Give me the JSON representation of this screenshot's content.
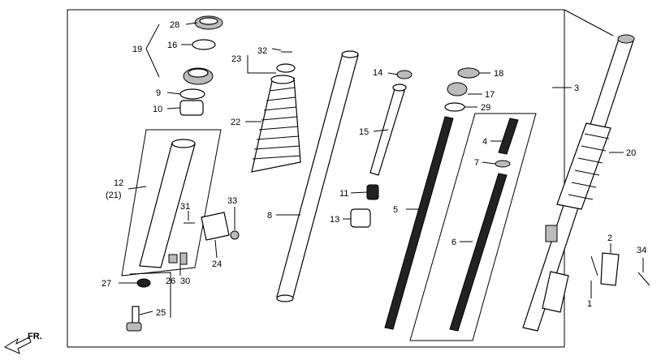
{
  "callouts": [
    {
      "id": "1",
      "text": "1"
    },
    {
      "id": "2",
      "text": "2"
    },
    {
      "id": "3",
      "text": "3"
    },
    {
      "id": "4",
      "text": "4"
    },
    {
      "id": "5",
      "text": "5"
    },
    {
      "id": "6",
      "text": "6"
    },
    {
      "id": "7",
      "text": "7"
    },
    {
      "id": "8",
      "text": "8"
    },
    {
      "id": "9",
      "text": "9"
    },
    {
      "id": "10",
      "text": "10"
    },
    {
      "id": "11",
      "text": "11"
    },
    {
      "id": "12",
      "text": "12"
    },
    {
      "id": "12b",
      "text": "(21)"
    },
    {
      "id": "13",
      "text": "13"
    },
    {
      "id": "14",
      "text": "14"
    },
    {
      "id": "15",
      "text": "15"
    },
    {
      "id": "16",
      "text": "16"
    },
    {
      "id": "17",
      "text": "17"
    },
    {
      "id": "18",
      "text": "18"
    },
    {
      "id": "19",
      "text": "19"
    },
    {
      "id": "20",
      "text": "20"
    },
    {
      "id": "22",
      "text": "22"
    },
    {
      "id": "23",
      "text": "23"
    },
    {
      "id": "24",
      "text": "24"
    },
    {
      "id": "25",
      "text": "25"
    },
    {
      "id": "26",
      "text": "26"
    },
    {
      "id": "27",
      "text": "27"
    },
    {
      "id": "28",
      "text": "28"
    },
    {
      "id": "29",
      "text": "29"
    },
    {
      "id": "30",
      "text": "30"
    },
    {
      "id": "31",
      "text": "31"
    },
    {
      "id": "32",
      "text": "32"
    },
    {
      "id": "33",
      "text": "33"
    },
    {
      "id": "34",
      "text": "34"
    }
  ],
  "direction_label": "FR."
}
